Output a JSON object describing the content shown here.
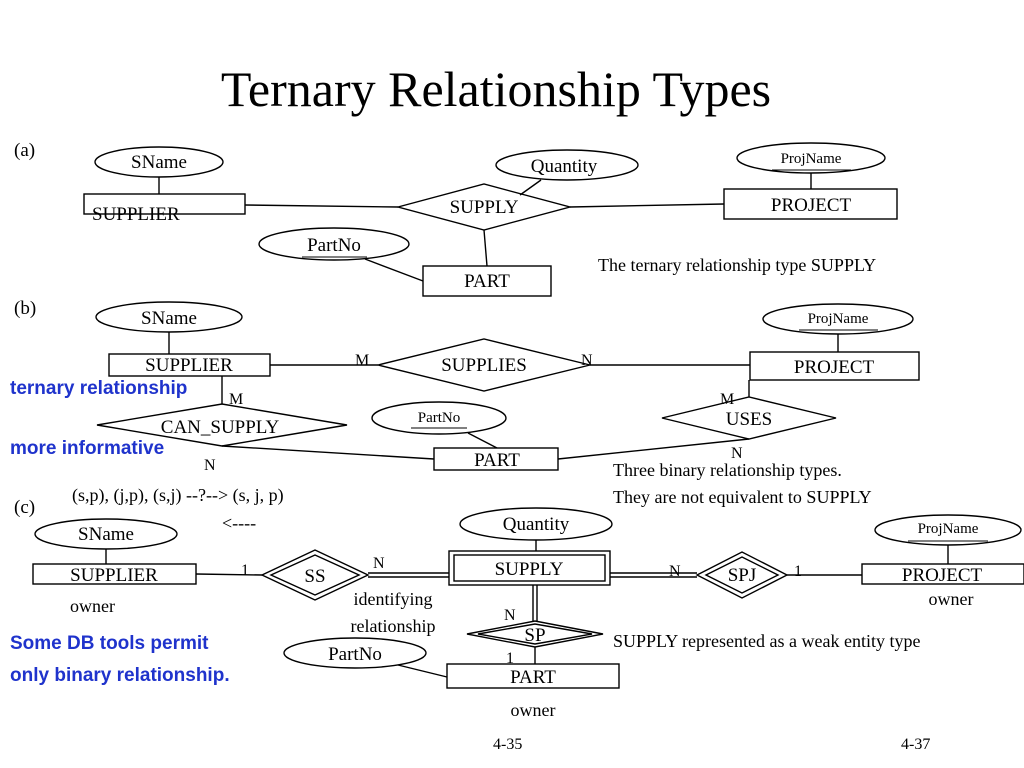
{
  "slide": {
    "title": "Ternary Relationship Types",
    "page_left": "4-35",
    "page_right": "4-37"
  },
  "part_a": {
    "label": "(a)",
    "entities": {
      "supplier": "SUPPLIER",
      "project": "PROJECT",
      "part": "PART"
    },
    "relationship": "SUPPLY",
    "attributes": {
      "sname": "SName",
      "quantity": "Quantity",
      "projname": "ProjName",
      "partno": "PartNo"
    },
    "caption": "The ternary relationship type SUPPLY"
  },
  "part_b": {
    "label": "(b)",
    "entities": {
      "supplier": "SUPPLIER",
      "project": "PROJECT",
      "part": "PART"
    },
    "relationships": {
      "supplies": "SUPPLIES",
      "can_supply": "CAN_SUPPLY",
      "uses": "USES"
    },
    "attributes": {
      "sname": "SName",
      "projname": "ProjName",
      "partno": "PartNo"
    },
    "cardinalities": {
      "supplies_left": "M",
      "supplies_right": "N",
      "can_supply_top": "M",
      "can_supply_bottom": "N",
      "uses_top": "M",
      "uses_bottom": "N"
    },
    "note_line1": "ternary relationship",
    "note_line2": "more informative",
    "formula": "(s,p), (j,p), (s,j) --?--> (s, j, p)",
    "arrow": "<----",
    "caption_line1": "Three binary relationship types.",
    "caption_line2": "They are not equivalent to SUPPLY"
  },
  "part_c": {
    "label": "(c)",
    "entities": {
      "supplier": "SUPPLIER",
      "project": "PROJECT",
      "part": "PART",
      "supply": "SUPPLY"
    },
    "relationships": {
      "ss": "SS",
      "spj": "SPJ",
      "sp": "SP"
    },
    "attributes": {
      "sname": "SName",
      "quantity": "Quantity",
      "projname": "ProjName",
      "partno": "PartNo"
    },
    "cardinalities": {
      "ss_left": "1",
      "ss_right": "N",
      "spj_left": "N",
      "spj_right": "1",
      "sp_top": "N",
      "sp_bottom": "1"
    },
    "owner_supplier": "owner",
    "owner_project": "owner",
    "owner_part": "owner",
    "identifying_line1": "identifying",
    "identifying_line2": "relationship",
    "caption": "SUPPLY represented as a weak entity type",
    "note_line1": "Some DB tools permit",
    "note_line2": "only binary relationship."
  },
  "colors": {
    "note_blue": "#1f33cc",
    "line": "#000000",
    "background": "#ffffff"
  }
}
